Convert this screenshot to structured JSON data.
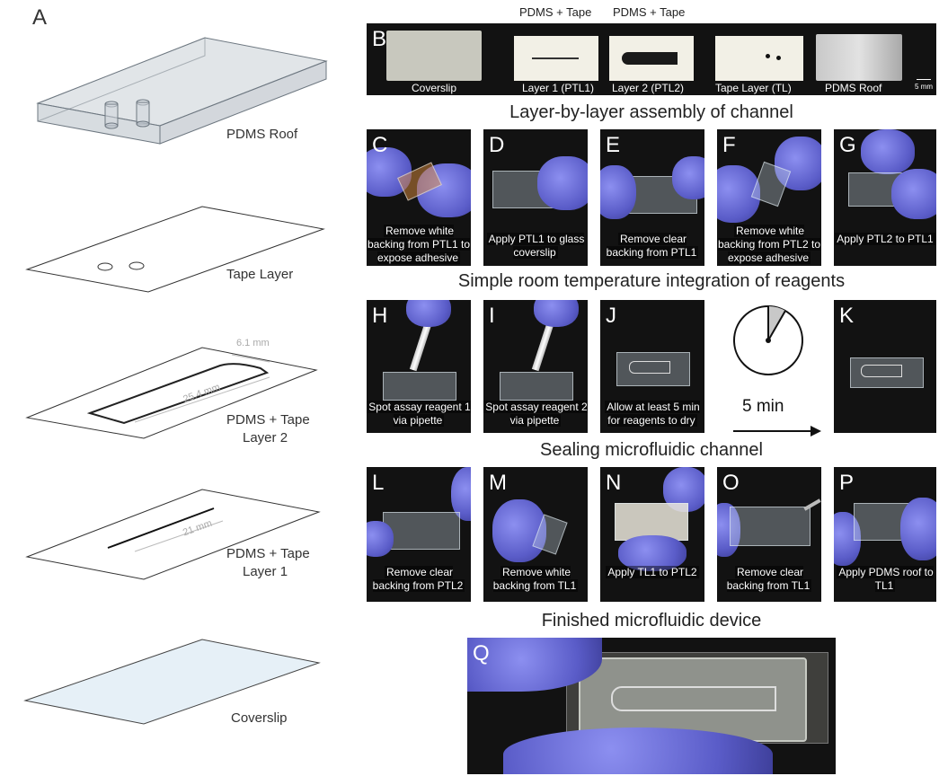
{
  "panel_a": {
    "letter": "A",
    "layers": [
      {
        "label": "PDMS Roof"
      },
      {
        "label": "Tape Layer"
      },
      {
        "label_line1": "PDMS + Tape",
        "label_line2": "Layer 2",
        "dim1": "6.1 mm",
        "dim2": "25.4 mm"
      },
      {
        "label_line1": "PDMS + Tape",
        "label_line2": "Layer 1",
        "dim1": "21 mm"
      },
      {
        "label": "Coverslip"
      }
    ]
  },
  "panel_b": {
    "letter": "B",
    "top_labels": [
      "PDMS + Tape",
      "PDMS + Tape"
    ],
    "items": [
      "Coverslip",
      "Layer 1 (PTL1)",
      "Layer 2 (PTL2)",
      "Tape Layer (TL)",
      "PDMS Roof"
    ],
    "scale": "5 mm"
  },
  "sections": {
    "assembly": "Layer-by-layer assembly of channel",
    "reagents": "Simple room temperature integration of reagents",
    "sealing": "Sealing microfluidic channel",
    "finished": "Finished microfluidic device"
  },
  "row1": [
    {
      "letter": "C",
      "caption": "Remove white backing from PTL1 to expose adhesive"
    },
    {
      "letter": "D",
      "caption": "Apply PTL1 to glass coverslip"
    },
    {
      "letter": "E",
      "caption": "Remove clear backing from PTL1"
    },
    {
      "letter": "F",
      "caption": "Remove white backing from PTL2 to expose adhesive"
    },
    {
      "letter": "G",
      "caption": "Apply PTL2 to PTL1"
    }
  ],
  "row2": [
    {
      "letter": "H",
      "caption": "Spot assay reagent 1 via pipette"
    },
    {
      "letter": "I",
      "caption": "Spot assay reagent 2 via pipette"
    },
    {
      "letter": "J",
      "caption": "Allow at least 5 min for reagents to dry"
    },
    {
      "letter": "K",
      "caption": ""
    }
  ],
  "timer_label": "5 min",
  "row3": [
    {
      "letter": "L",
      "caption": "Remove clear backing from PTL2"
    },
    {
      "letter": "M",
      "caption": "Remove white backing from TL1"
    },
    {
      "letter": "N",
      "caption": "Apply TL1 to PTL2"
    },
    {
      "letter": "O",
      "caption": "Remove clear backing from TL1"
    },
    {
      "letter": "P",
      "caption": "Apply PDMS roof to TL1"
    }
  ],
  "panel_q": {
    "letter": "Q"
  }
}
